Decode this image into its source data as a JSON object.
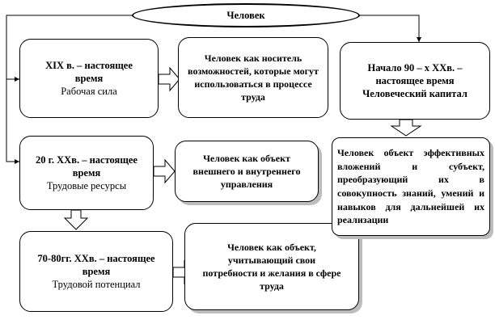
{
  "diagram": {
    "root": "Человек",
    "periods": [
      {
        "line1": "XIX в. – настоящее время",
        "line2": "Рабочая сила"
      },
      {
        "line1": "20 г. XXв. – настоящее время",
        "line2": "Трудовые ресурсы"
      },
      {
        "line1": "70-80гг. XXв. – настоящее время",
        "line2": "Трудовой потенциал"
      },
      {
        "line1": "Начало 90 – х XXв. – настоящее время",
        "line2": "Человеческий капитал"
      }
    ],
    "descriptions": [
      "Человек как носитель возможностей, которые могут использоваться в процессе труда",
      "Человек как объект внешнего и внутреннего управления",
      "Человек как объект, учитывающий свои потребности и желания в сфере труда",
      "Человек объект эффективных вложений и субъект, преобразующий их в совокупность знаний, умений и навыков для дальнейшей их реализации"
    ]
  }
}
